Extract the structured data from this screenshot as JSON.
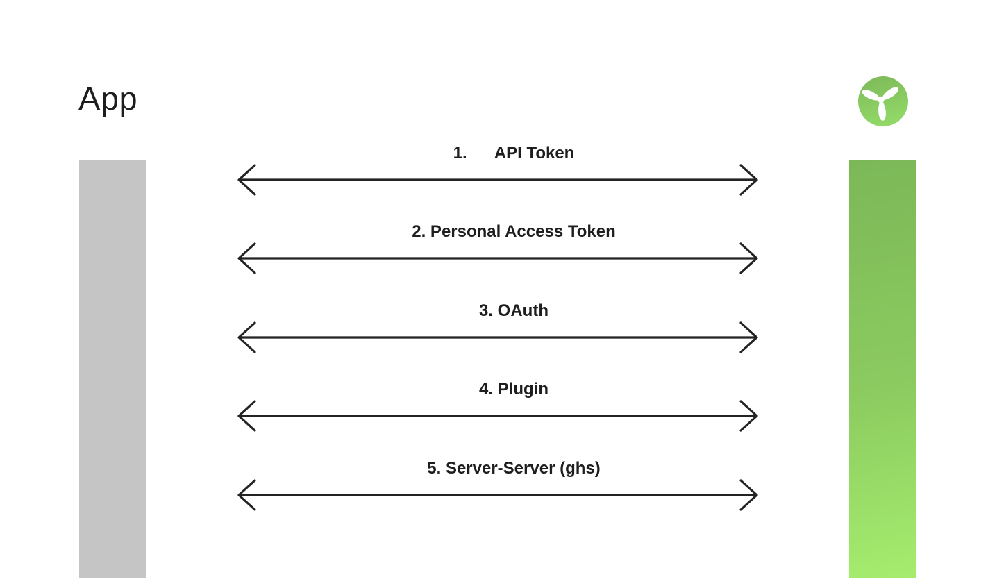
{
  "header": {
    "app_title": "App"
  },
  "logo": {
    "icon": "wind-turbine-icon",
    "circle_gradient_top": "#7eba59",
    "circle_gradient_bottom": "#92d968",
    "blade_color": "#ffffff"
  },
  "lifelines": {
    "app": {
      "color": "#c5c5c5"
    },
    "service": {
      "gradient_top": "#7cb857",
      "gradient_bottom": "#a5ed6e"
    }
  },
  "messages": [
    {
      "label": "1.      API Token"
    },
    {
      "label": "2. Personal Access Token"
    },
    {
      "label": "3. OAuth"
    },
    {
      "label": "4. Plugin"
    },
    {
      "label": "5. Server-Server (ghs)"
    }
  ],
  "colors": {
    "arrow": "#232323",
    "text": "#1e1e1e",
    "background": "#ffffff"
  }
}
